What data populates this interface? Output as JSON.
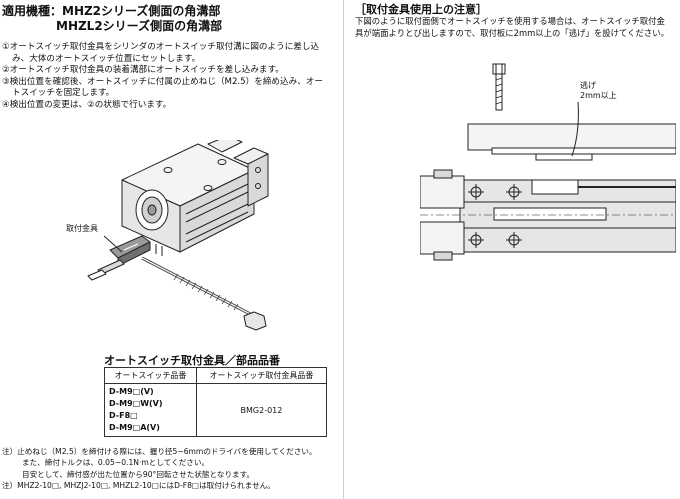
{
  "left": {
    "header_line1": "適用機種：MHZ2シリーズ側面の角溝部",
    "header_line2": "MHZL2シリーズ側面の角溝部",
    "steps": [
      "①オートスイッチ取付金具をシリンダのオートスイッチ取付溝に図のように差し込み、大体のオートスイッチ位置にセットします。",
      "②オートスイッチ取付金具の装着溝部にオートスイッチを差し込みます。",
      "③検出位置を確認後、オートスイッチに付属の止めねじ（M2.5）を締め込み、オートスイッチを固定します。",
      "④検出位置の変更は、②の状態で行います。"
    ],
    "figure_label": "取付金具",
    "table_title": "オートスイッチ取付金具／部品品番",
    "table": {
      "headers": [
        "オートスイッチ品番",
        "オートスイッチ取付金具品番"
      ],
      "models": [
        "D-M9□(V)",
        "D-M9□W(V)",
        "D-F8□",
        "D-M9□A(V)"
      ],
      "part_number": "BMG2-012"
    },
    "notes": [
      "注）止めねじ（M2.5）を締付ける際には、握り径5~6mmのドライバを使用してください。",
      "また、締付トルクは、0.05~0.1N·mとしてください。",
      "目安として、締付感が出た位置から90°回転させた状態となります。",
      "注）MHZ2-10□, MHZJ2-10□, MHZL2-10□にはD-F8□は取付けられません。"
    ]
  },
  "right": {
    "header": "［取付金具使用上の注意］",
    "body": "下図のように取付面側でオートスイッチを使用する場合は、オートスイッチ取付金具が端面よりとび出しますので、取付板に2mm以上の「逃げ」を設けてください。",
    "annotation_line1": "逃げ",
    "annotation_line2": "2mm以上"
  },
  "colors": {
    "text": "#111111",
    "line": "#222222",
    "fill_light": "#f4f4f4",
    "fill_mid": "#d9d9d9",
    "fill_dark": "#9a9a9a"
  }
}
